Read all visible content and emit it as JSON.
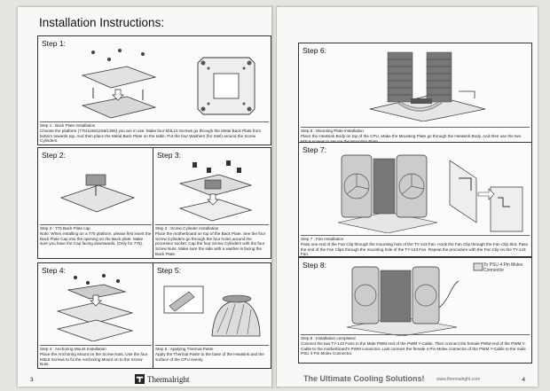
{
  "left_page": {
    "title": "Installation Instructions:",
    "page_number": "3",
    "brand": "Thermalright",
    "steps": [
      {
        "label": "Step 1:",
        "caption_title": "Step 1 : Back Plate Installation",
        "caption": "Choose the platform (775/1155/1156/1366) you are in use. Make four M3L10 Screws go through the Metal Back Plate from bottom towards top. And then place the Metal Back Plate on the table. Put the four Washers (for Intel) around the Screw Cylinders."
      },
      {
        "label": "Step 2:",
        "caption_title": "Step 2 : 775 Back Plate cap",
        "caption": "Note: When installing on a 775 platform, please first insert the Back Plate Cap into the opening on the Back plate. Make sure you have the Cap facing downwards. (Only for 775)."
      },
      {
        "label": "Step 3:",
        "caption_title": "Step 3 : Screw Cylinder Installation",
        "caption": "Place the motherboard on top of the Back Plate. See the four Screw Cylinders go through the four holes around the processor socket. Cap the four Screw Cylinders with the four Screw Nuts. Make sure the side with a washer is facing the Back Plate."
      },
      {
        "label": "Step 4:",
        "caption_title": "Step 4 : Anchoring Mount Installation",
        "caption": "Place the Anchoring Mount on the Screw Nuts. Use the four M3L8 Screws to fix the Anchoring Mount on to the Screw Nuts."
      },
      {
        "label": "Step 5:",
        "caption_title": "Step 5 : Applying Thermal Paste",
        "caption": "Apply the Thermal Paste to the base of the Heatsink and the surface of the CPU evenly."
      }
    ]
  },
  "right_page": {
    "page_number": "4",
    "tagline": "The Ultimate Cooling Solutions!",
    "url": "www.thermalright.com",
    "steps": [
      {
        "label": "Step 6:",
        "caption_title": "Step 6 : Mounting Plate Installation",
        "caption": "Place the Heatsink Body on top of the CPU. Make the Mounting Plate go through the Heatsink Body. And then use the two M3L6 screws to secure the Mounting Plate."
      },
      {
        "label": "Step 7:",
        "caption_title": "Step 7 : Fan Installation",
        "caption": "Pass one end of the Fan Clip through the mounting hole of the TY-143 Fan. Hook the Fan Clip through the Fan Clip Slot. Pass the end of the Fan Clips through the mounting hole of the TY-143 Fan. Repeat the procedure with the Fan Clip on the TY-143 Fan."
      },
      {
        "label": "Step 8:",
        "caption_title": "Step 8 : Installation completed",
        "caption": "Connect the two TY-143 Fans to the Male PWM end of the PWM Y-Cable. Then connect the female PWM end of the PWM Y-Cable to the motherboard's PWM connector. Last connect the female 4 Pin Molex connector of the PWM Y-Cable to the male PSU 4 Pin Molex Connector.",
        "callout": "To PSU 4 Pin Molex Connector"
      }
    ]
  }
}
